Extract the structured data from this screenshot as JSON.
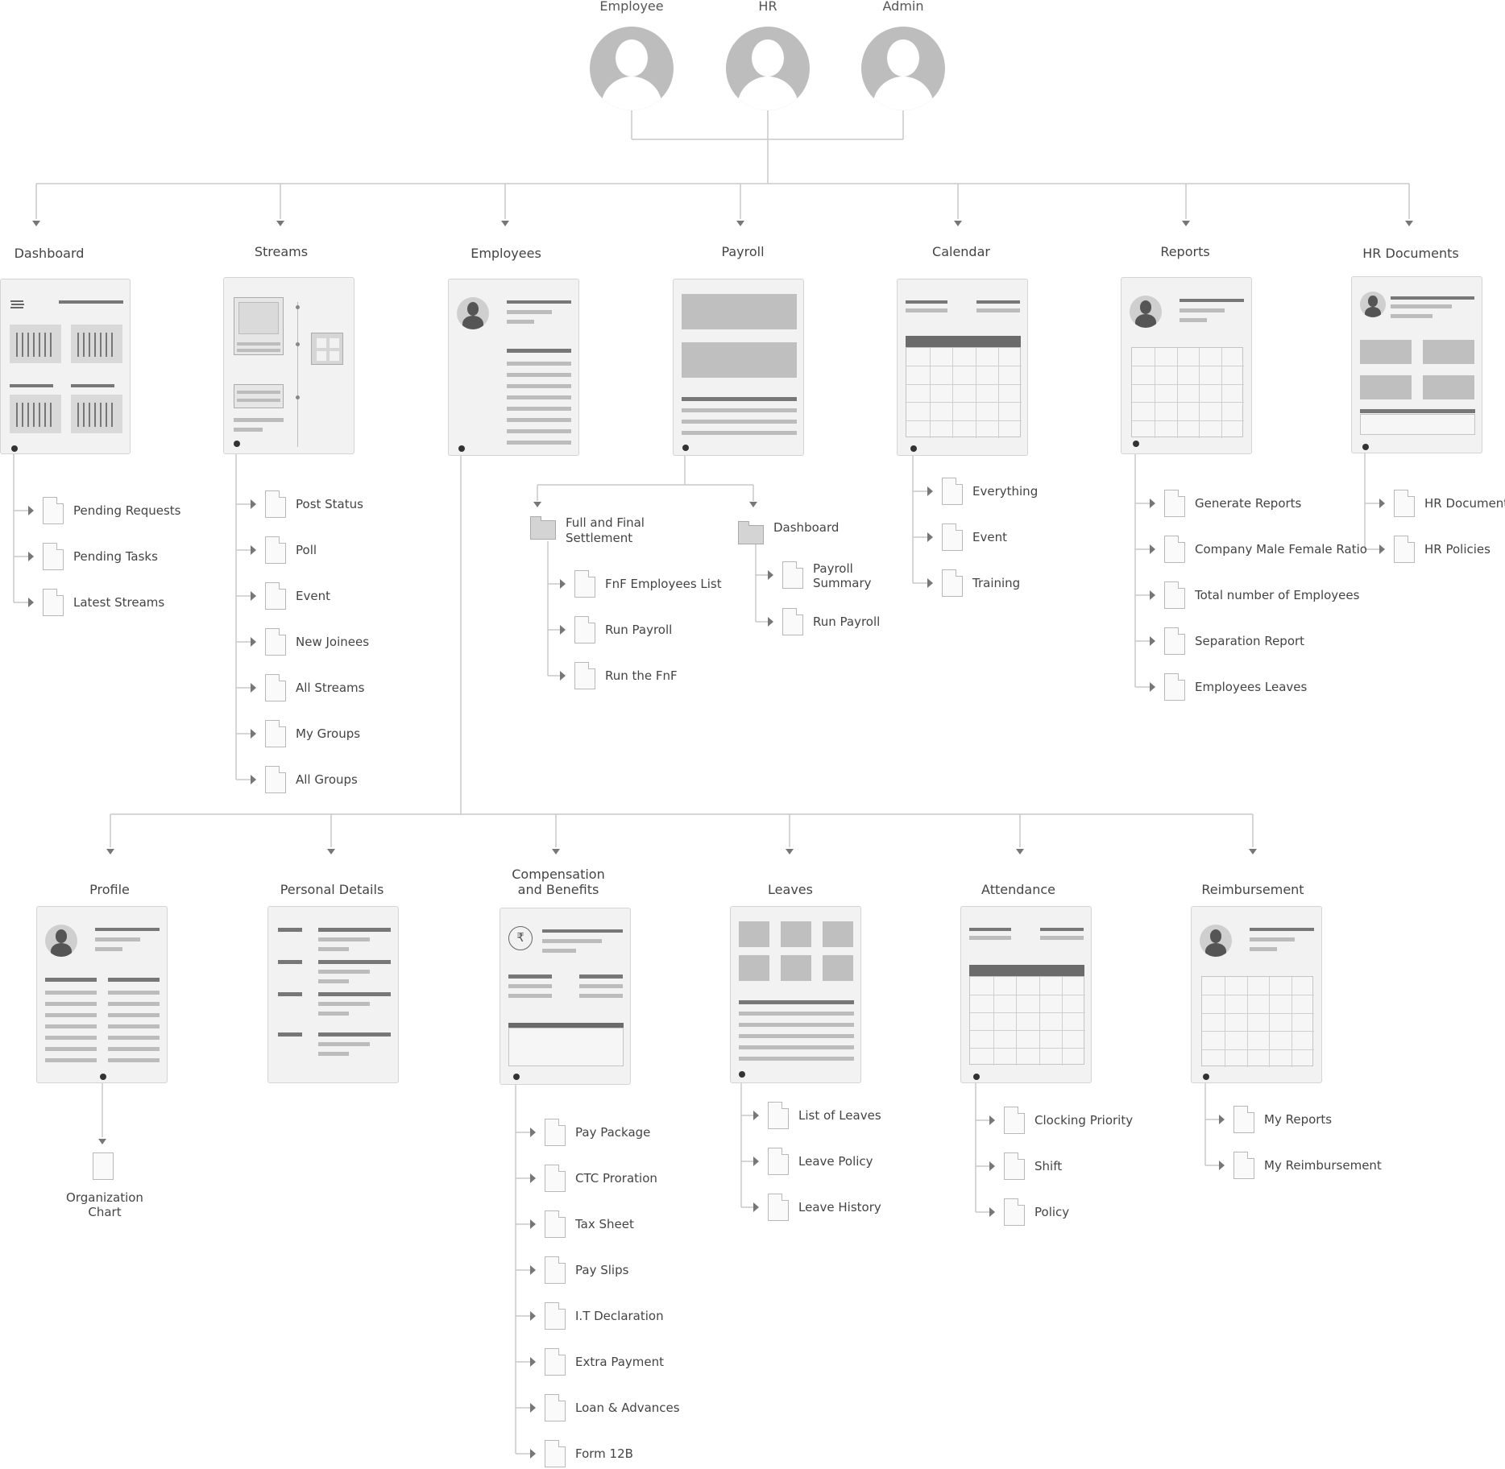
{
  "roles": [
    "Employee",
    "HR",
    "Admin"
  ],
  "top_sections": [
    {
      "title": "Dashboard",
      "items": [
        "Pending Requests",
        "Pending Tasks",
        "Latest Streams"
      ]
    },
    {
      "title": "Streams",
      "items": [
        "Post Status",
        "Poll",
        "Event",
        "New Joinees",
        "All Streams",
        "My Groups",
        "All Groups"
      ]
    },
    {
      "title": "Employees",
      "items": []
    },
    {
      "title": "Payroll",
      "items": []
    },
    {
      "title": "Calendar",
      "items": [
        "Everything",
        "Event",
        "Training"
      ]
    },
    {
      "title": "Reports",
      "items": [
        "Generate Reports",
        "Company Male Female Ratio",
        "Total number of Employees",
        "Separation Report",
        "Employees Leaves"
      ]
    },
    {
      "title": "HR Documents",
      "items": [
        "HR Documents",
        "HR Policies"
      ]
    }
  ],
  "payroll_groups": [
    {
      "title_lines": [
        "Full and Final",
        "Settlement"
      ],
      "items": [
        "FnF Employees List",
        "Run Payroll",
        "Run the FnF"
      ]
    },
    {
      "title_lines": [
        "Dashboard"
      ],
      "items": [
        [
          "Payroll",
          "Summary"
        ],
        "Run Payroll"
      ]
    }
  ],
  "employee_sections": [
    {
      "title_lines": [
        "Profile"
      ],
      "items": [
        "Organization Chart"
      ]
    },
    {
      "title_lines": [
        "Personal Details"
      ],
      "items": []
    },
    {
      "title_lines": [
        "Compensation",
        "and Benefits"
      ],
      "items": [
        "Pay Package",
        "CTC Proration",
        "Tax Sheet",
        "Pay Slips",
        "I.T Declaration",
        "Extra Payment",
        "Loan & Advances",
        "Form 12B"
      ]
    },
    {
      "title_lines": [
        "Leaves"
      ],
      "items": [
        "List of Leaves",
        "Leave Policy",
        "Leave History"
      ]
    },
    {
      "title_lines": [
        "Attendance"
      ],
      "items": [
        "Clocking Priority",
        "Shift",
        "Policy"
      ]
    },
    {
      "title_lines": [
        "Reimbursement"
      ],
      "items": [
        "My Reports",
        "My Reimbursement"
      ]
    }
  ],
  "icons": {
    "currency": "₹",
    "menu": "≡"
  },
  "colors": {
    "line": "#c8c8c8",
    "card": "#f2f2f2",
    "bar_dark": "#6b6b6b",
    "bar_light": "#bcbcbc",
    "avatar": "#bdbdbd"
  }
}
